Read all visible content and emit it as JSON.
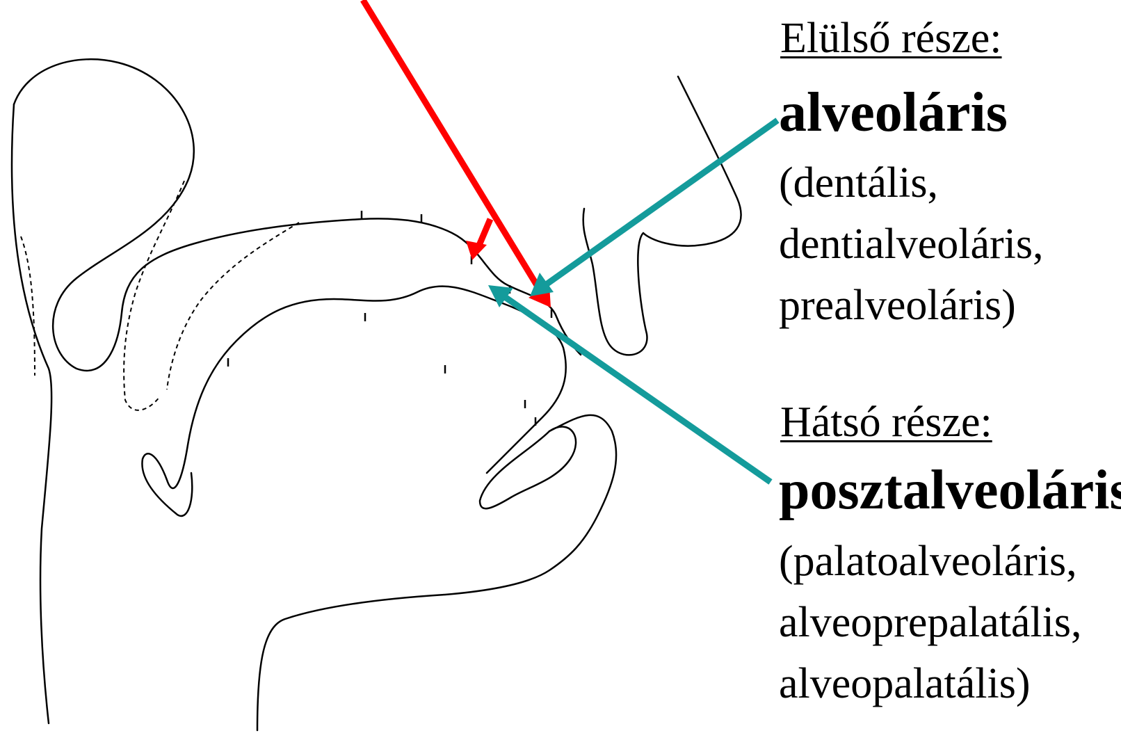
{
  "colors": {
    "outline": "#000000",
    "red_arrow": "#ff0000",
    "teal_arrow": "#149b9b"
  },
  "front": {
    "heading": "Elülső része:",
    "term": "alveoláris",
    "synonyms": [
      "(dentális,",
      "dentialveoláris,",
      "prealveoláris)"
    ]
  },
  "back": {
    "heading": "Hátsó része:",
    "term": "posztalveoláris",
    "synonyms": [
      "(palatoalveoláris,",
      "alveoprepalatális,",
      "alveopalatális)"
    ]
  }
}
